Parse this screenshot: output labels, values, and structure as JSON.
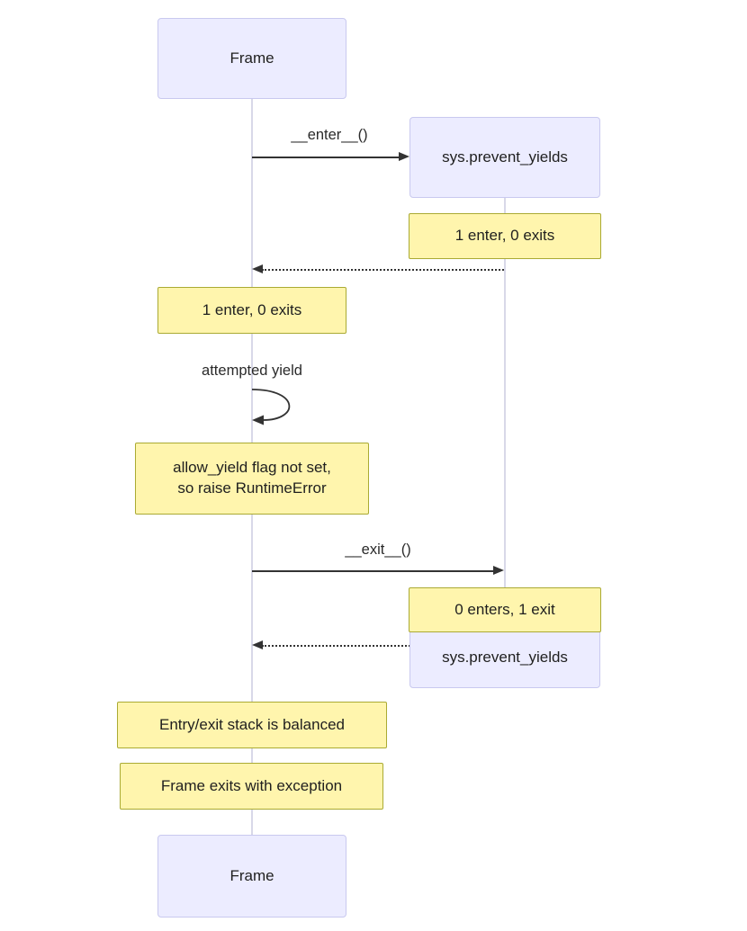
{
  "diagram": {
    "type": "sequence-diagram",
    "actors": {
      "frame_top": "Frame",
      "frame_bottom": "Frame",
      "sys_top": "sys.prevent_yields",
      "sys_bottom": "sys.prevent_yields"
    },
    "messages": {
      "enter": "__enter__()",
      "exit": "__exit__()",
      "self_message": "attempted yield"
    },
    "notes": {
      "sys_enter": "1 enter, 0 exits",
      "frame_enter": "1 enter, 0 exits",
      "yield_line1": "allow_yield flag not set,",
      "yield_line2": "so raise RuntimeError",
      "sys_exit": "0 enters, 1 exit",
      "balanced": "Entry/exit stack is balanced",
      "exception": "Frame exits with exception"
    },
    "colors": {
      "actor_fill": "#ECECFF",
      "actor_border": "#C9C9EF",
      "note_fill": "#FFF5AD",
      "note_border": "#AAAA33",
      "lifeline": "#D8D8E8",
      "message": "#333333"
    }
  }
}
